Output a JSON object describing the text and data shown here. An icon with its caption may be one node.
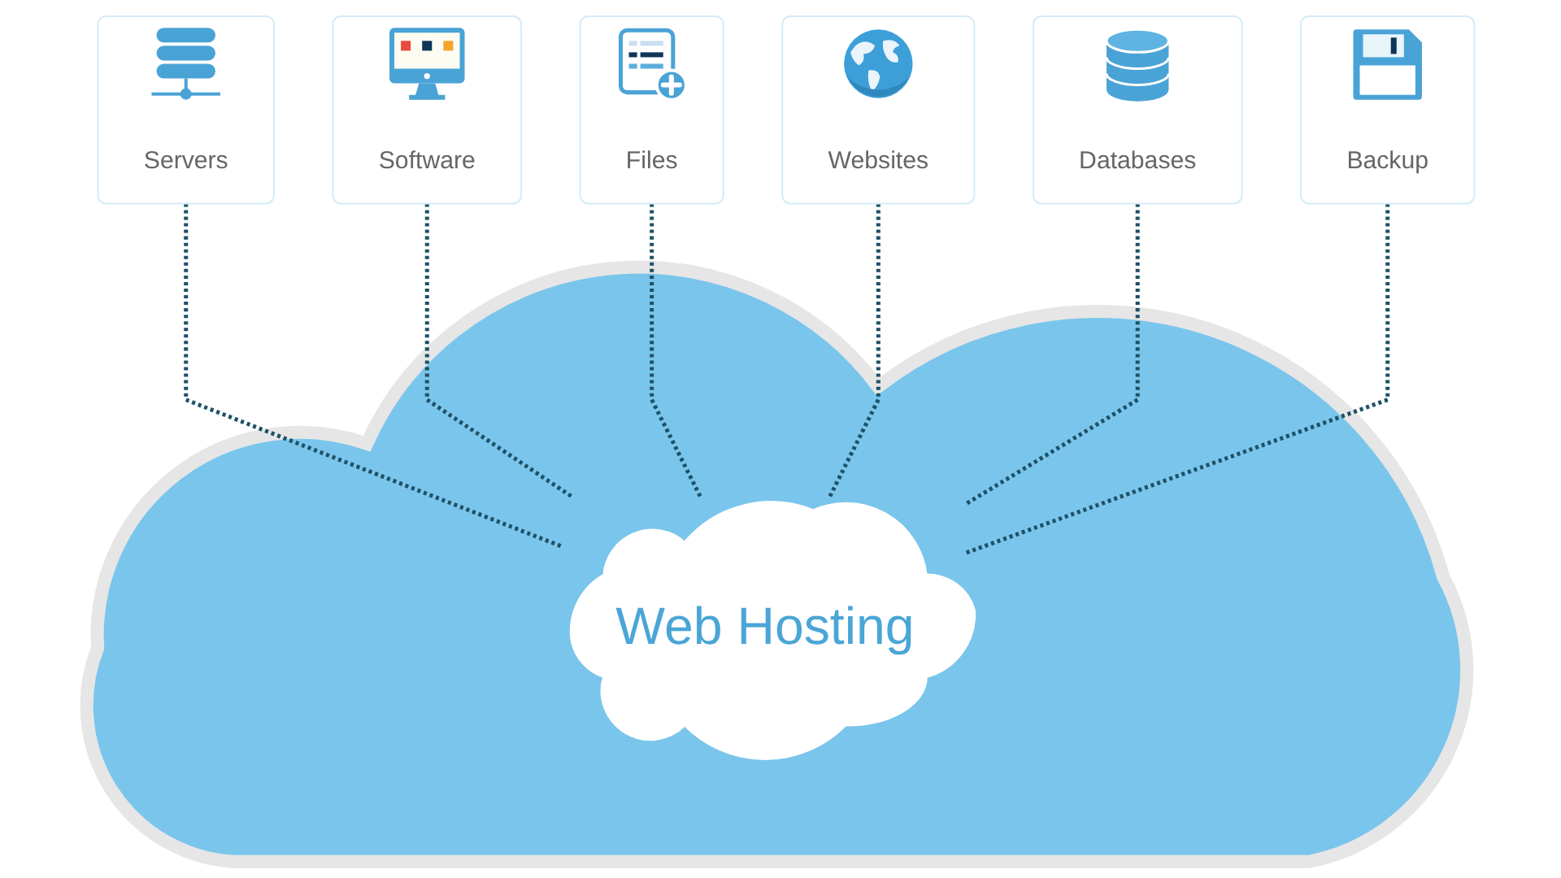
{
  "diagram": {
    "nodes": [
      {
        "text": [],
        "shape": "cloud"
      },
      {
        "text": [
          "Web Hosting"
        ],
        "in": 0
      },
      {
        "text": [
          "Servers"
        ]
      },
      {
        "text": [
          "Software"
        ]
      },
      {
        "text": [
          "Files"
        ]
      },
      {
        "text": [
          "Websites"
        ]
      },
      {
        "text": [
          "Databases"
        ]
      },
      {
        "text": [
          "Backup"
        ]
      }
    ],
    "edges": [
      {
        "from": 2,
        "to": 1,
        "arrow": "none",
        "style": "dashed"
      },
      {
        "from": 3,
        "to": 1,
        "arrow": "none",
        "style": "dashed"
      },
      {
        "from": 4,
        "to": 1,
        "arrow": "none",
        "style": "dashed"
      },
      {
        "from": 5,
        "to": 1,
        "arrow": "none",
        "style": "dashed"
      },
      {
        "from": 6,
        "to": 1,
        "arrow": "none",
        "style": "dashed"
      },
      {
        "from": 7,
        "to": 1,
        "arrow": "none",
        "style": "dashed"
      }
    ]
  }
}
